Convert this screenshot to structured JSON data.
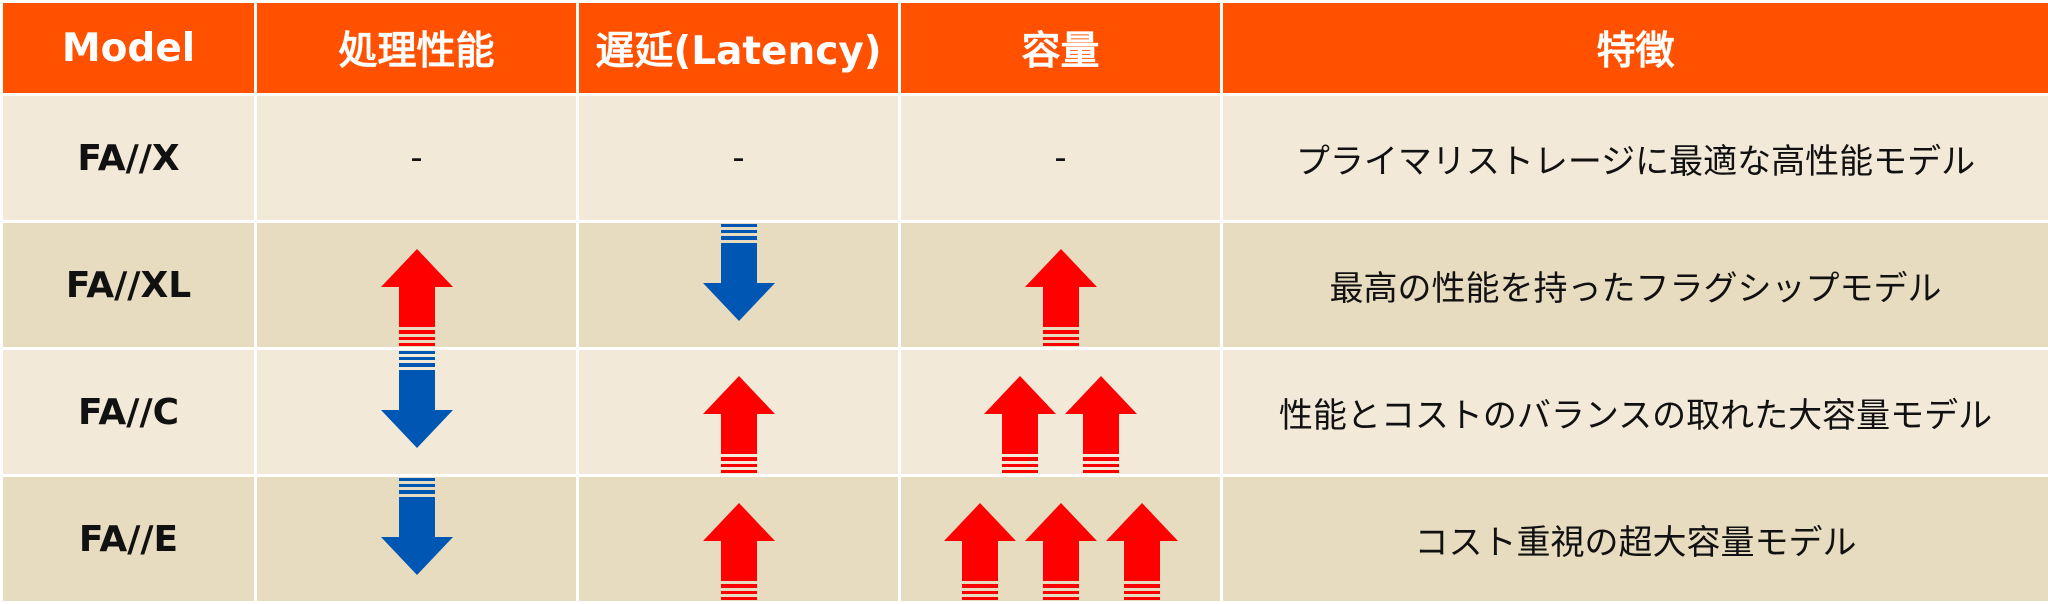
{
  "colors": {
    "header_bg": "#FF5100",
    "row_a": "#F2E9D9",
    "row_b": "#E8DCC0",
    "up_arrow": "#FF0000",
    "down_arrow": "#0057B3"
  },
  "headers": [
    "Model",
    "処理性能",
    "遅延(Latency)",
    "容量",
    "特徴"
  ],
  "rows": [
    {
      "model": "FA//X",
      "performance": "-",
      "latency": "-",
      "capacity": "-",
      "feature": "プライマリストレージに最適な高性能モデル"
    },
    {
      "model": "FA//XL",
      "performance_arrows": {
        "direction": "up",
        "count": 1
      },
      "latency_arrows": {
        "direction": "down",
        "count": 1
      },
      "capacity_arrows": {
        "direction": "up",
        "count": 1
      },
      "feature": "最高の性能を持ったフラグシップモデル"
    },
    {
      "model": "FA//C",
      "performance_arrows": {
        "direction": "down",
        "count": 1
      },
      "latency_arrows": {
        "direction": "up",
        "count": 1
      },
      "capacity_arrows": {
        "direction": "up",
        "count": 2
      },
      "feature": "性能とコストのバランスの取れた大容量モデル"
    },
    {
      "model": "FA//E",
      "performance_arrows": {
        "direction": "down",
        "count": 1
      },
      "latency_arrows": {
        "direction": "up",
        "count": 1
      },
      "capacity_arrows": {
        "direction": "up",
        "count": 3
      },
      "feature": "コスト重視の超大容量モデル"
    }
  ]
}
